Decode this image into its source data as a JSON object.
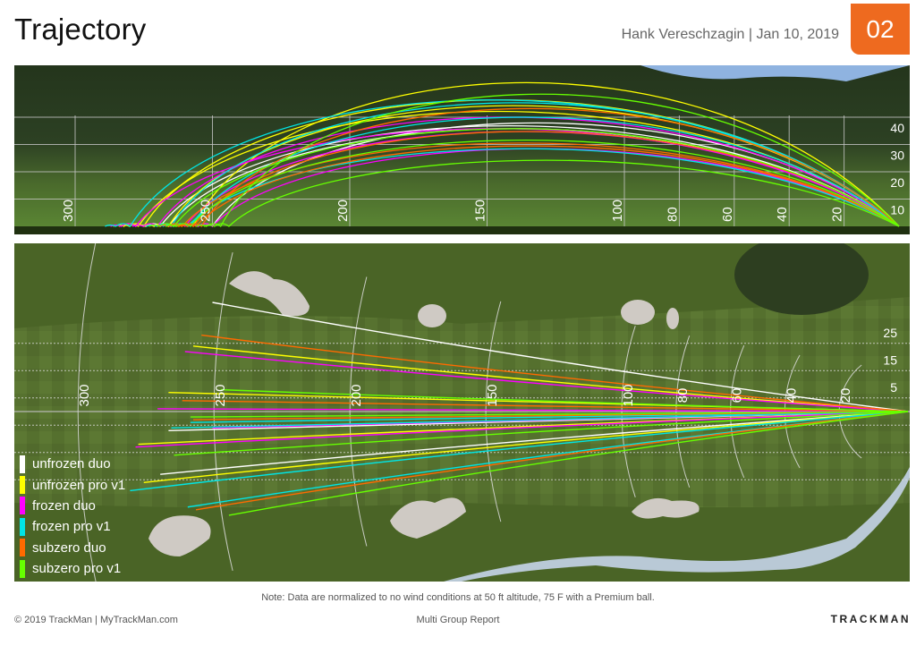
{
  "header": {
    "title": "Trajectory",
    "meta": "Hank Vereschzagin | Jan 10, 2019",
    "page_number": "02",
    "accent": "#ee6a1f"
  },
  "footer": {
    "note": "Note: Data are normalized to no wind conditions at 50 ft altitude, 75 F with a Premium ball.",
    "copyright": "© 2019 TrackMan | MyTrackMan.com",
    "report": "Multi Group Report",
    "brand": "TRACKMAN"
  },
  "chart_data": {
    "type": "line",
    "views": [
      {
        "name": "side",
        "x_ticks": [
          "300",
          "250",
          "200",
          "150",
          "100",
          "80",
          "60",
          "40",
          "20"
        ],
        "y_ticks": [
          "10",
          "20",
          "30",
          "40"
        ],
        "xlim": [
          0,
          320
        ],
        "ylim": [
          0,
          60
        ],
        "grid": true
      },
      {
        "name": "top",
        "x_ticks": [
          "300",
          "250",
          "200",
          "150",
          "100",
          "80",
          "60",
          "40",
          "20"
        ],
        "side_ticks": [
          "25",
          "15",
          "5"
        ],
        "xlim": [
          0,
          320
        ],
        "grid": true
      }
    ],
    "legend_placement": "bottom-left",
    "series": [
      {
        "name": "unfrozen duo",
        "color": "#ffffff",
        "shots": [
          {
            "carry": 250,
            "side": 40,
            "height": 36
          },
          {
            "carry": 266,
            "side": -7,
            "height": 34
          },
          {
            "carry": 269,
            "side": -23,
            "height": 35
          }
        ]
      },
      {
        "name": "unfrozen pro v1",
        "color": "#ffff00",
        "shots": [
          {
            "carry": 257,
            "side": 24,
            "height": 50
          },
          {
            "carry": 266,
            "side": 7,
            "height": 42
          },
          {
            "carry": 275,
            "side": -26,
            "height": 44
          },
          {
            "carry": 277,
            "side": -12,
            "height": 40
          }
        ]
      },
      {
        "name": "frozen duo",
        "color": "#ff00ff",
        "shots": [
          {
            "carry": 260,
            "side": 22,
            "height": 33
          },
          {
            "carry": 270,
            "side": 1,
            "height": 38
          },
          {
            "carry": 250,
            "side": -6,
            "height": 27
          },
          {
            "carry": 278,
            "side": -13,
            "height": 34
          }
        ]
      },
      {
        "name": "frozen pro v1",
        "color": "#00e5e5",
        "shots": [
          {
            "carry": 258,
            "side": -4,
            "height": 38
          },
          {
            "carry": 265,
            "side": -6,
            "height": 43
          },
          {
            "carry": 280,
            "side": -29,
            "height": 44
          },
          {
            "carry": 259,
            "side": -35,
            "height": 27
          }
        ]
      },
      {
        "name": "subzero duo",
        "color": "#ff6a00",
        "shots": [
          {
            "carry": 254,
            "side": 28,
            "height": 41
          },
          {
            "carry": 261,
            "side": 4,
            "height": 29
          },
          {
            "carry": 257,
            "side": -3,
            "height": 33
          },
          {
            "carry": 256,
            "side": -36,
            "height": 28
          }
        ]
      },
      {
        "name": "subzero pro v1",
        "color": "#66ff00",
        "shots": [
          {
            "carry": 247,
            "side": 8,
            "height": 46
          },
          {
            "carry": 258,
            "side": -2,
            "height": 30
          },
          {
            "carry": 264,
            "side": -16,
            "height": 34
          },
          {
            "carry": 244,
            "side": -38,
            "height": 23
          }
        ]
      }
    ]
  }
}
